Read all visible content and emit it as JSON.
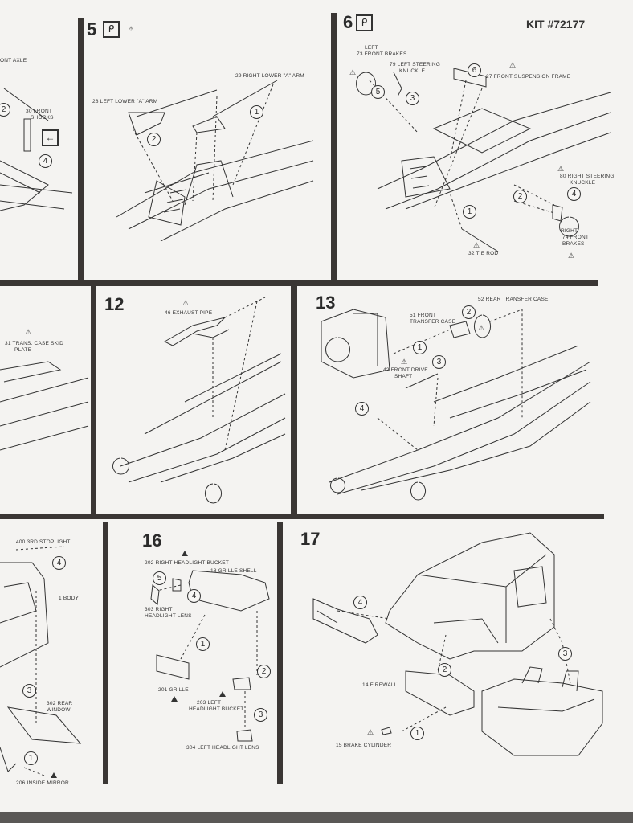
{
  "header": {
    "kit_number": "KIT #72177"
  },
  "panels": {
    "p4": {
      "labels": [
        "ONT AXLE",
        "30 FRONT\n   SHOCKS"
      ],
      "callouts": [
        "2",
        "4"
      ]
    },
    "p5": {
      "step": "5",
      "labels": [
        "29 RIGHT LOWER \"A\" ARM",
        "28 LEFT LOWER \"A\" ARM"
      ],
      "callouts": [
        "1",
        "2"
      ]
    },
    "p6": {
      "step": "6",
      "labels": [
        "     LEFT\n73 FRONT BRAKES",
        "79 LEFT STEERING\n      KNUCKLE",
        "27 FRONT SUSPENSION FRAME",
        "80 RIGHT STEERING\n      KNUCKLE",
        "RIGHT\n 74 FRONT\n BRAKES",
        "32 TIE ROD"
      ],
      "callouts": [
        "6",
        "5",
        "3",
        "2",
        "4",
        "1"
      ]
    },
    "p11": {
      "labels": [
        "31 TRANS. CASE SKID\n      PLATE"
      ]
    },
    "p12": {
      "step": "12",
      "labels": [
        "46 EXHAUST PIPE"
      ]
    },
    "p13": {
      "step": "13",
      "labels": [
        "52 REAR TRANSFER CASE",
        "51 FRONT\nTRANSFER CASE",
        "42 FRONT DRIVE\n       SHAFT"
      ],
      "callouts": [
        "2",
        "1",
        "3",
        "4"
      ]
    },
    "p15": {
      "labels": [
        "400 3RD STOPLIGHT",
        "1 BODY",
        "302 REAR\nWINDOW",
        "206 INSIDE MIRROR"
      ],
      "callouts": [
        "4",
        "3",
        "1"
      ]
    },
    "p16": {
      "step": "16",
      "labels": [
        "202 RIGHT HEADLIGHT BUCKET",
        "18 GRILLE SHELL",
        "303 RIGHT\nHEADLIGHT LENS",
        "201 GRILLE",
        "     203 LEFT\nHEADLIGHT BUCKET",
        "304 LEFT HEADLIGHT LENS"
      ],
      "callouts": [
        "5",
        "4",
        "1",
        "2",
        "3"
      ]
    },
    "p17": {
      "step": "17",
      "labels": [
        "14 FIREWALL",
        "15 BRAKE CYLINDER"
      ],
      "callouts": [
        "4",
        "2",
        "3",
        "1"
      ]
    }
  },
  "icons": {
    "warning": "⚠",
    "arrow_left": "←",
    "instruction_glyph": "ᑭ"
  }
}
